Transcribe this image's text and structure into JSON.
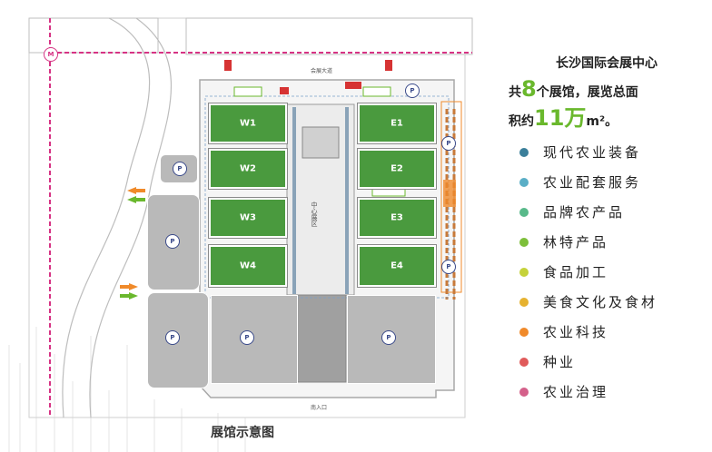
{
  "title": {
    "line1": "长沙国际会展中心",
    "line2_prefix": "共",
    "line2_number": "8",
    "line2_suffix": "个展馆，展览总面",
    "line3_prefix": "积约",
    "line3_number": "11万",
    "line3_unit": "m²。"
  },
  "caption": "展馆示意图",
  "halls": [
    "W1",
    "W2",
    "W3",
    "W4",
    "E1",
    "E2",
    "E3",
    "E4"
  ],
  "map_labels": {
    "road_top": "会展大道",
    "central": "中心展区",
    "bottom": "南入口"
  },
  "legend": [
    {
      "label": "现代农业装备",
      "color": "#3b7f9a"
    },
    {
      "label": "农业配套服务",
      "color": "#5aaec6"
    },
    {
      "label": "品牌农产品",
      "color": "#58b98a"
    },
    {
      "label": "林特产品",
      "color": "#7dbf3a"
    },
    {
      "label": "食品加工",
      "color": "#c5d23a"
    },
    {
      "label": "美食文化及食材",
      "color": "#e6b230"
    },
    {
      "label": "农业科技",
      "color": "#f08a2a"
    },
    {
      "label": "种业",
      "color": "#e05a5a"
    },
    {
      "label": "农业治理",
      "color": "#d4608a"
    }
  ],
  "colors": {
    "hall": "#4a9a3e",
    "lot": "#b9b9b9",
    "road_pink": "#d63384",
    "accent_green": "#6ab82d"
  },
  "icons": [
    "parking-icon",
    "entrance-arrow-icon",
    "metro-icon"
  ]
}
